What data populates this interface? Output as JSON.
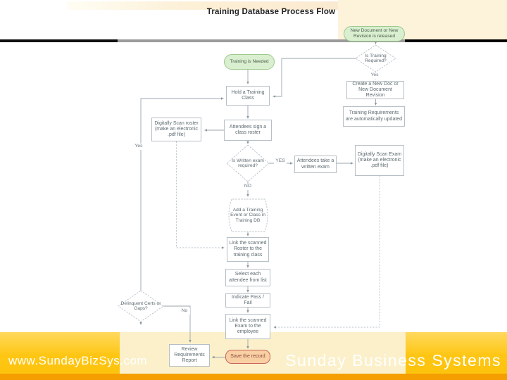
{
  "slide": {
    "title": "Training Database Process Flow",
    "footer_left": "www.SundayBizSys.com",
    "footer_right": "Sunday Business Systems"
  },
  "colors": {
    "band_yellow": "#FEC613",
    "band_orange_edge": "#F49E00",
    "pale_panel": "#FBF0CA",
    "start_green_fill": "#D9EFD0",
    "start_green_border": "#9CC98B",
    "save_fill": "#F9CFA4",
    "save_border": "#C9655C",
    "node_border": "#B6BFC6",
    "connector_gray": "#9AA4AC"
  },
  "flowchart": {
    "nodes": {
      "start_release": "New Document or New Revision is released",
      "is_training_required": "Is Training Required?",
      "create_doc": "Create a New Doc or New Document Revision",
      "req_updated": "Training Requirements are automatically updated",
      "scan_exam": "Digitally Scan Exam (make an electronic .pdf file)",
      "start_needed": "Training is Needed",
      "hold_class": "Hold a Training Class",
      "sign_roster": "Attendees sign a class roster",
      "written_exam": "Is Written exam required?",
      "take_exam": "Attendees take a written exam",
      "scan_roster": "Digitally Scan roster (make an electronic .pdf file)",
      "add_event": "Add a Training Event or Class in Training DB",
      "link_roster": "Link the scanned Roster to the training class",
      "select_attendee": "Select each attendee from list",
      "pass_fail": "Indicate Pass / Fail",
      "link_exam": "Link the scanned Exam to the employee",
      "delinquent": "Delinquent Certs or Gaps?",
      "review_report": "Review Requirements Report",
      "save_record": "Save the record"
    },
    "labels": {
      "yes_training": "Yes",
      "yes_exam": "YES",
      "no_exam": "NO",
      "yes_delinquent": "Yes",
      "no_delinquent": "No"
    }
  }
}
